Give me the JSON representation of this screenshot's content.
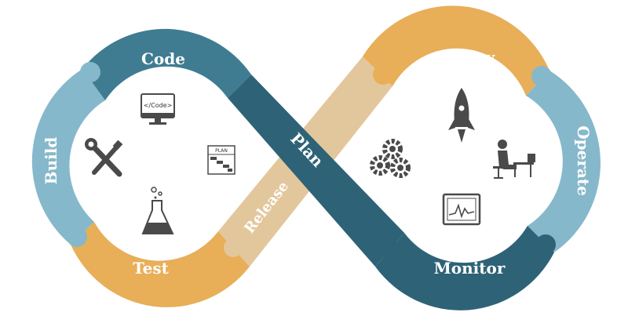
{
  "diagram": {
    "stages": [
      {
        "id": "code",
        "label": "Code",
        "color": "#3F7C92"
      },
      {
        "id": "build",
        "label": "Build",
        "color": "#86B8CB"
      },
      {
        "id": "test",
        "label": "Test",
        "color": "#E8AE58"
      },
      {
        "id": "release",
        "label": "Release",
        "color": "#E3C79C"
      },
      {
        "id": "plan",
        "label": "Plan",
        "color": "#2E6277"
      },
      {
        "id": "deploy",
        "label": "Deploy",
        "color": "#E8AE58"
      },
      {
        "id": "operate",
        "label": "Operate",
        "color": "#86B8CB"
      },
      {
        "id": "monitor",
        "label": "Monitor",
        "color": "#2E6277"
      }
    ],
    "icons": {
      "code_screen_text": "</Code>",
      "plan_board_text": "PLAN"
    }
  }
}
